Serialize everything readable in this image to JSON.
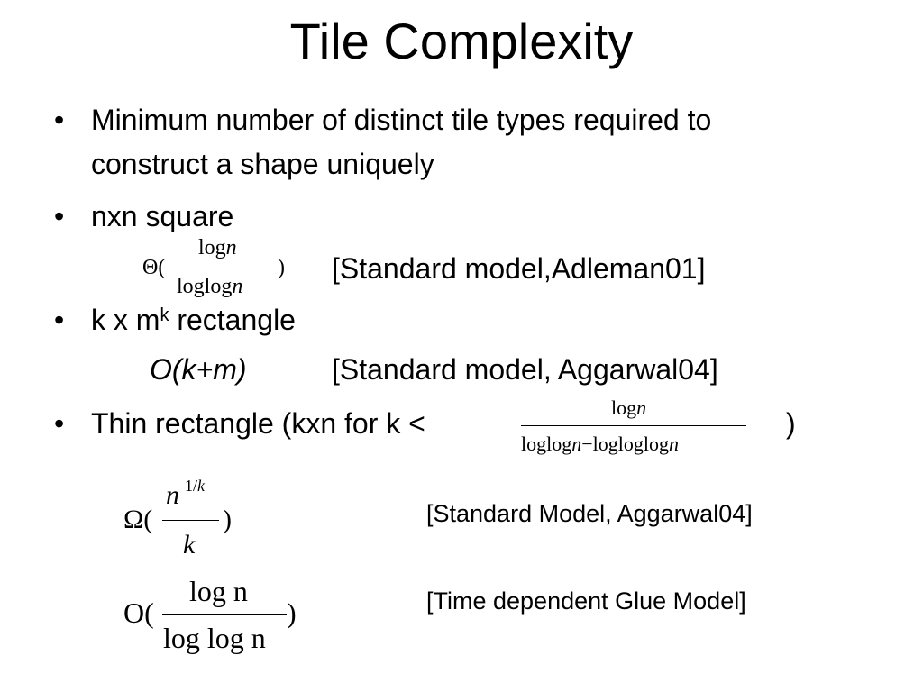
{
  "slide": {
    "title": "Tile Complexity",
    "bullets": {
      "b1": {
        "dot": "•",
        "line1": "Minimum number of distinct tile types required to",
        "line2": "construct a shape uniquely"
      },
      "b2": {
        "dot": "•",
        "text": "nxn square",
        "formula": {
          "prefix": "Θ(",
          "numerator": "log",
          "numerator_var": "n",
          "denominator": "loglog",
          "denominator_var": "n",
          "suffix": ")"
        },
        "citation": "[Standard model,Adleman01]"
      },
      "b3": {
        "dot": "•",
        "text_a": "k x m",
        "sup": "k",
        "text_b": " rectangle",
        "formula": "O(k+m)",
        "citation": "[Standard model, Aggarwal04]"
      },
      "b4": {
        "dot": "•",
        "text": "Thin rectangle (kxn for k <",
        "formula": {
          "numerator": "log",
          "numerator_var": "n",
          "den_a": "loglog",
          "den_a_var": "n",
          "den_op": "−",
          "den_b": "logloglog",
          "den_b_var": "n"
        },
        "close": ")"
      }
    },
    "bounds": {
      "lower": {
        "prefix": "Ω(",
        "numerator": "n",
        "exponent": "1/",
        "exponent_var": "k",
        "denominator": "k",
        "suffix": ")",
        "citation": "[Standard Model, Aggarwal04]"
      },
      "upper": {
        "prefix": "O(",
        "numerator": "log n",
        "denominator": "log log n",
        "suffix": ")",
        "citation": "[Time dependent Glue Model]"
      }
    }
  }
}
